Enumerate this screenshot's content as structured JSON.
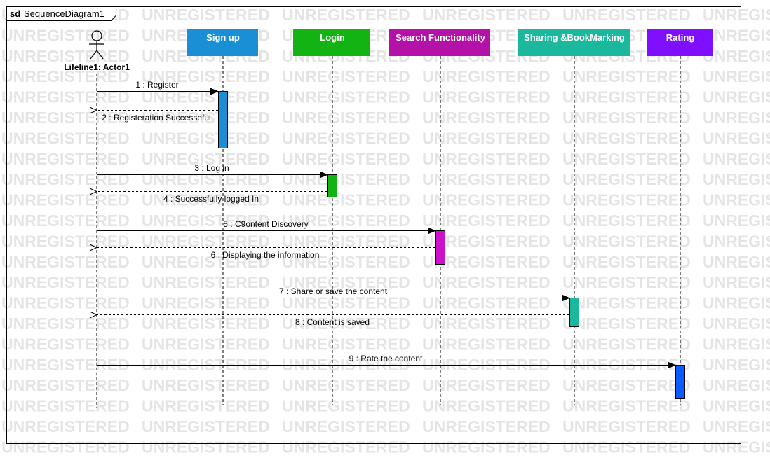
{
  "frame": {
    "keyword": "sd",
    "name": "SequenceDiagram1"
  },
  "watermark": {
    "text": "UNREGISTERED",
    "color": "#e4e4e4"
  },
  "actor": {
    "label": "Lifeline1: Actor1"
  },
  "lifelines": [
    {
      "label": "Sign up",
      "color": "#1a8fd6"
    },
    {
      "label": "Login",
      "color": "#12b312"
    },
    {
      "label": "Search Functionality",
      "color": "#b311a8"
    },
    {
      "label": "Sharing &BookMarking",
      "color": "#1cb89d"
    },
    {
      "label": "Rating",
      "color": "#7f0fff"
    }
  ],
  "activations": [
    {
      "lifeline": 0,
      "color": "#1a8fd6"
    },
    {
      "lifeline": 1,
      "color": "#12b312"
    },
    {
      "lifeline": 2,
      "color": "#cc10cc"
    },
    {
      "lifeline": 3,
      "color": "#1cb89d"
    },
    {
      "lifeline": 4,
      "color": "#0a5cff"
    }
  ],
  "messages": [
    {
      "label": "1 : Register",
      "kind": "call",
      "to": 0
    },
    {
      "label": "2 : Registeration Successeful",
      "kind": "reply",
      "from": 0
    },
    {
      "label": "3 : Log in",
      "kind": "call",
      "to": 1
    },
    {
      "label": "4 : Successfully logged In",
      "kind": "reply",
      "from": 1
    },
    {
      "label": "5 : C9ontent Discovery",
      "kind": "call",
      "to": 2
    },
    {
      "label": "6 : Displaying the information",
      "kind": "reply",
      "from": 2
    },
    {
      "label": "7 : Share or save the content",
      "kind": "call",
      "to": 3
    },
    {
      "label": "8 : Content is saved",
      "kind": "reply",
      "from": 3
    },
    {
      "label": "9 : Rate the content",
      "kind": "call",
      "to": 4
    }
  ]
}
